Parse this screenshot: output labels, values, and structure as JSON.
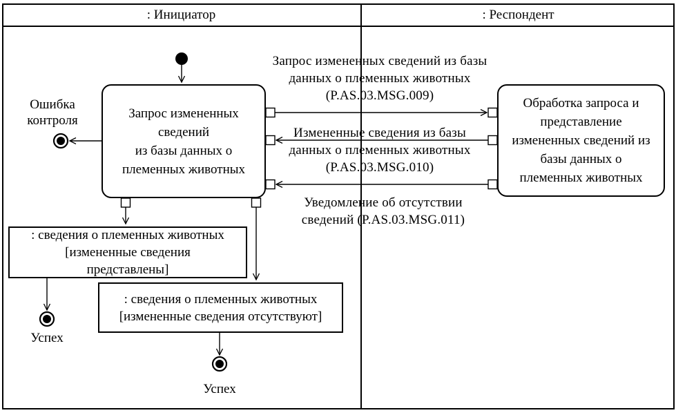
{
  "lanes": {
    "initiator": ": Инициатор",
    "respondent": ": Респондент"
  },
  "activities": {
    "initiator": {
      "lines": [
        "Запрос измененных",
        "сведений",
        "из базы данных о",
        "племенных животных"
      ]
    },
    "respondent": {
      "lines": [
        "Обработка запроса и",
        "представление",
        "измененных сведений из",
        "базы данных о",
        "племенных животных"
      ]
    }
  },
  "messages": {
    "msg009": {
      "lines": [
        "Запрос измененных сведений из базы",
        "данных о племенных животных",
        "(P.AS.03.MSG.009)"
      ]
    },
    "msg010": {
      "lines": [
        "Измененные сведения из базы",
        "данных о племенных животных",
        "(P.AS.03.MSG.010)"
      ]
    },
    "msg011": {
      "lines": [
        "Уведомление об отсутствии",
        "сведений (P.AS.03.MSG.011)"
      ]
    }
  },
  "objects": {
    "present": {
      "lines": [
        ": сведения о племенных животных",
        "[измененные сведения",
        "представлены]"
      ]
    },
    "absent": {
      "lines": [
        ": сведения о племенных животных",
        "[измененные сведения отсутствуют]"
      ]
    }
  },
  "terminals": {
    "error": {
      "lines": [
        "Ошибка",
        "контроля"
      ]
    },
    "success_left": "Успех",
    "success_center": "Успех"
  },
  "colors": {
    "line": "#000000",
    "background": "#ffffff"
  }
}
